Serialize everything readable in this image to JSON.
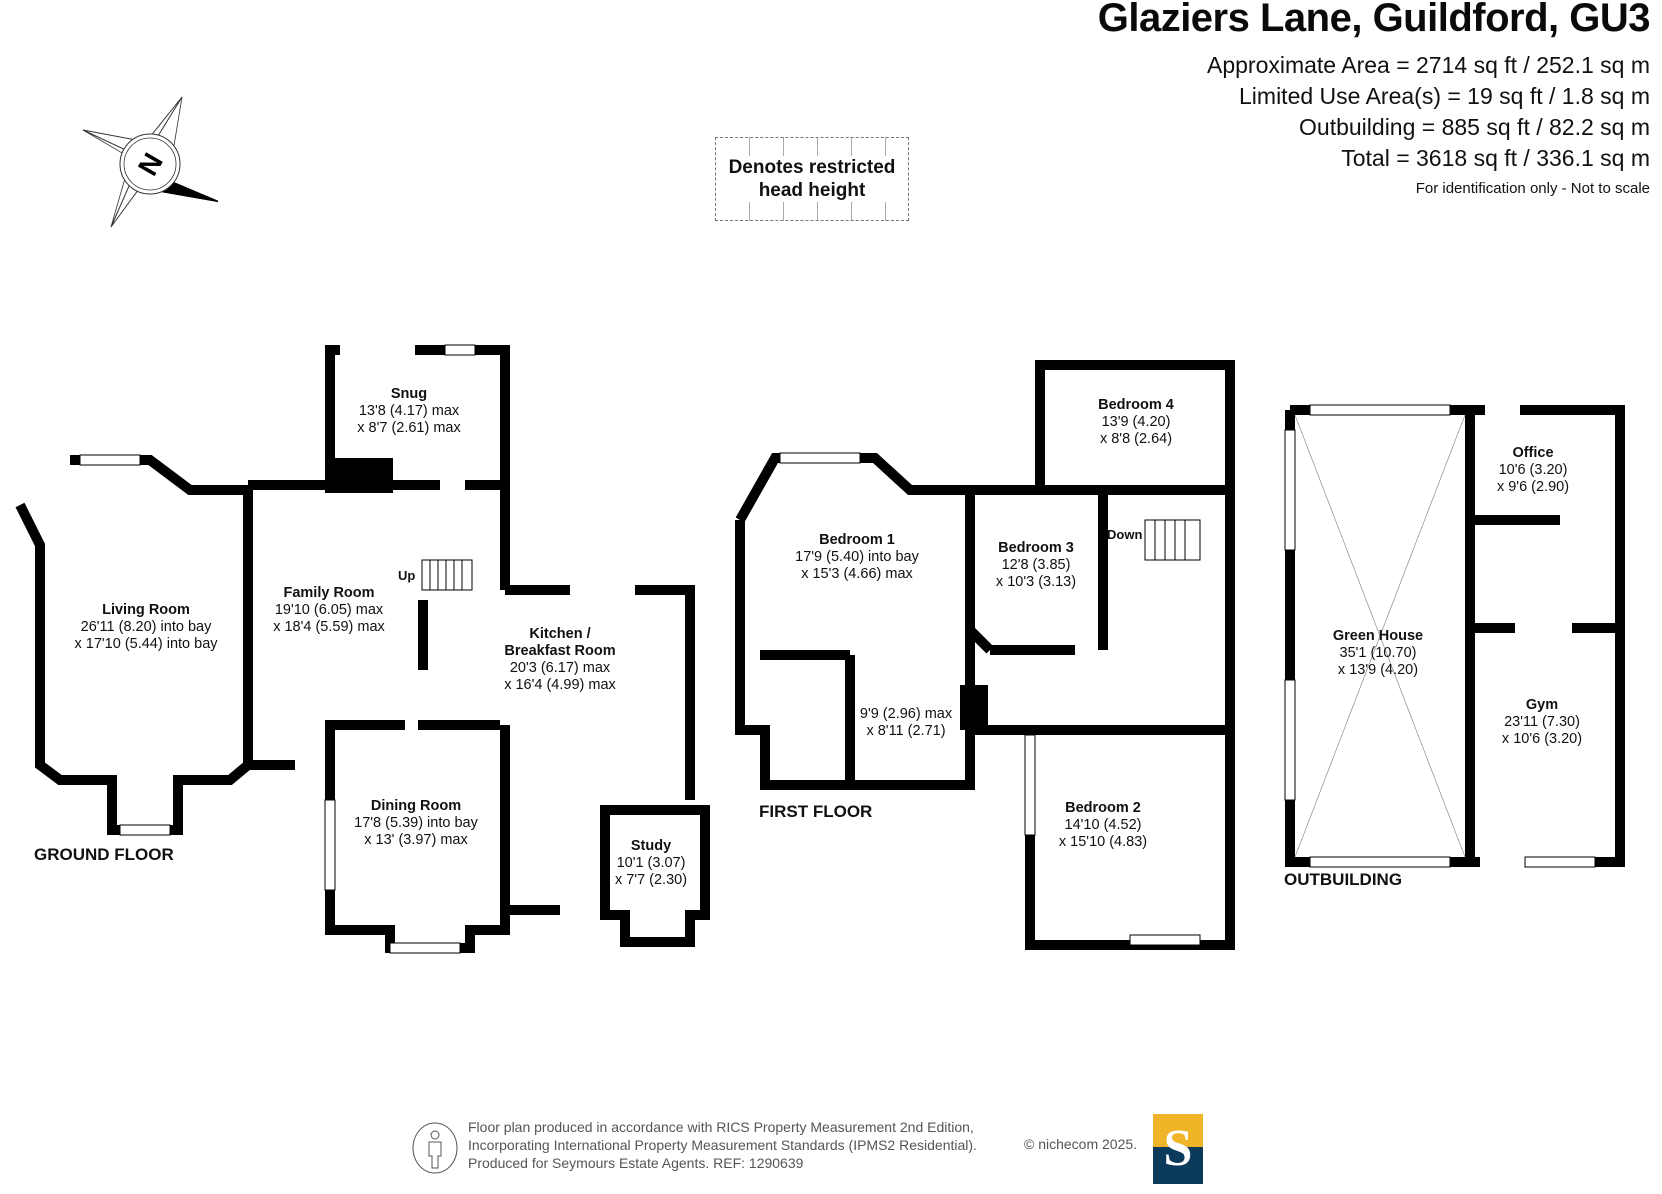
{
  "header": {
    "title": "Glaziers Lane, Guildford, GU3",
    "areas": [
      "Approximate Area = 2714 sq ft / 252.1 sq m",
      "Limited Use Area(s) = 19 sq ft / 1.8 sq m",
      "Outbuilding = 885 sq ft / 82.2 sq m",
      "Total = 3618 sq ft / 336.1 sq m"
    ],
    "disclaimer": "For identification only - Not to scale"
  },
  "compass": {
    "icon": "north-compass-icon",
    "letter": "N"
  },
  "legend": {
    "restricted_line1": "Denotes restricted",
    "restricted_line2": "head height"
  },
  "floors": {
    "ground": {
      "label": "GROUND FLOOR",
      "stair_label": "Up",
      "rooms": [
        {
          "name": "Snug",
          "dim1": "13'8 (4.17) max",
          "dim2": "x 8'7 (2.61) max"
        },
        {
          "name": "Living Room",
          "dim1": "26'11 (8.20) into bay",
          "dim2": "x 17'10 (5.44) into bay"
        },
        {
          "name": "Family Room",
          "dim1": "19'10 (6.05) max",
          "dim2": "x 18'4 (5.59) max"
        },
        {
          "name": "Kitchen /",
          "name2": "Breakfast Room",
          "dim1": "20'3 (6.17) max",
          "dim2": "x 16'4 (4.99) max"
        },
        {
          "name": "Dining Room",
          "dim1": "17'8 (5.39) into bay",
          "dim2": "x 13' (3.97) max"
        },
        {
          "name": "Study",
          "dim1": "10'1 (3.07)",
          "dim2": "x 7'7 (2.30)"
        }
      ]
    },
    "first": {
      "label": "FIRST FLOOR",
      "stair_label": "Down",
      "rooms": [
        {
          "name": "Bedroom 1",
          "dim1": "17'9 (5.40) into bay",
          "dim2": "x 15'3 (4.66) max"
        },
        {
          "name": "Bedroom 3",
          "dim1": "12'8 (3.85)",
          "dim2": "x 10'3 (3.13)"
        },
        {
          "name": "Bedroom 4",
          "dim1": "13'9 (4.20)",
          "dim2": "x 8'8 (2.64)"
        },
        {
          "name": "",
          "dim1": "9'9 (2.96) max",
          "dim2": "x 8'11 (2.71)"
        },
        {
          "name": "Bedroom 2",
          "dim1": "14'10 (4.52)",
          "dim2": "x 15'10 (4.83)"
        }
      ]
    },
    "outbuilding": {
      "label": "OUTBUILDING",
      "rooms": [
        {
          "name": "Office",
          "dim1": "10'6 (3.20)",
          "dim2": "x 9'6 (2.90)"
        },
        {
          "name": "Green House",
          "dim1": "35'1 (10.70)",
          "dim2": "x 13'9 (4.20)"
        },
        {
          "name": "Gym",
          "dim1": "23'11 (7.30)",
          "dim2": "x 10'6 (3.20)"
        }
      ]
    }
  },
  "footer": {
    "line1": "Floor plan produced in accordance with RICS Property Measurement 2nd Edition,",
    "line2": "Incorporating International Property Measurement Standards (IPMS2 Residential).",
    "line3": "Produced for Seymours Estate Agents.   REF: 1290639",
    "copyright": "© nichecom 2025.",
    "logo_letter": "S",
    "colors": {
      "logo_top": "#f0b429",
      "logo_bottom": "#0b3a5a"
    }
  }
}
